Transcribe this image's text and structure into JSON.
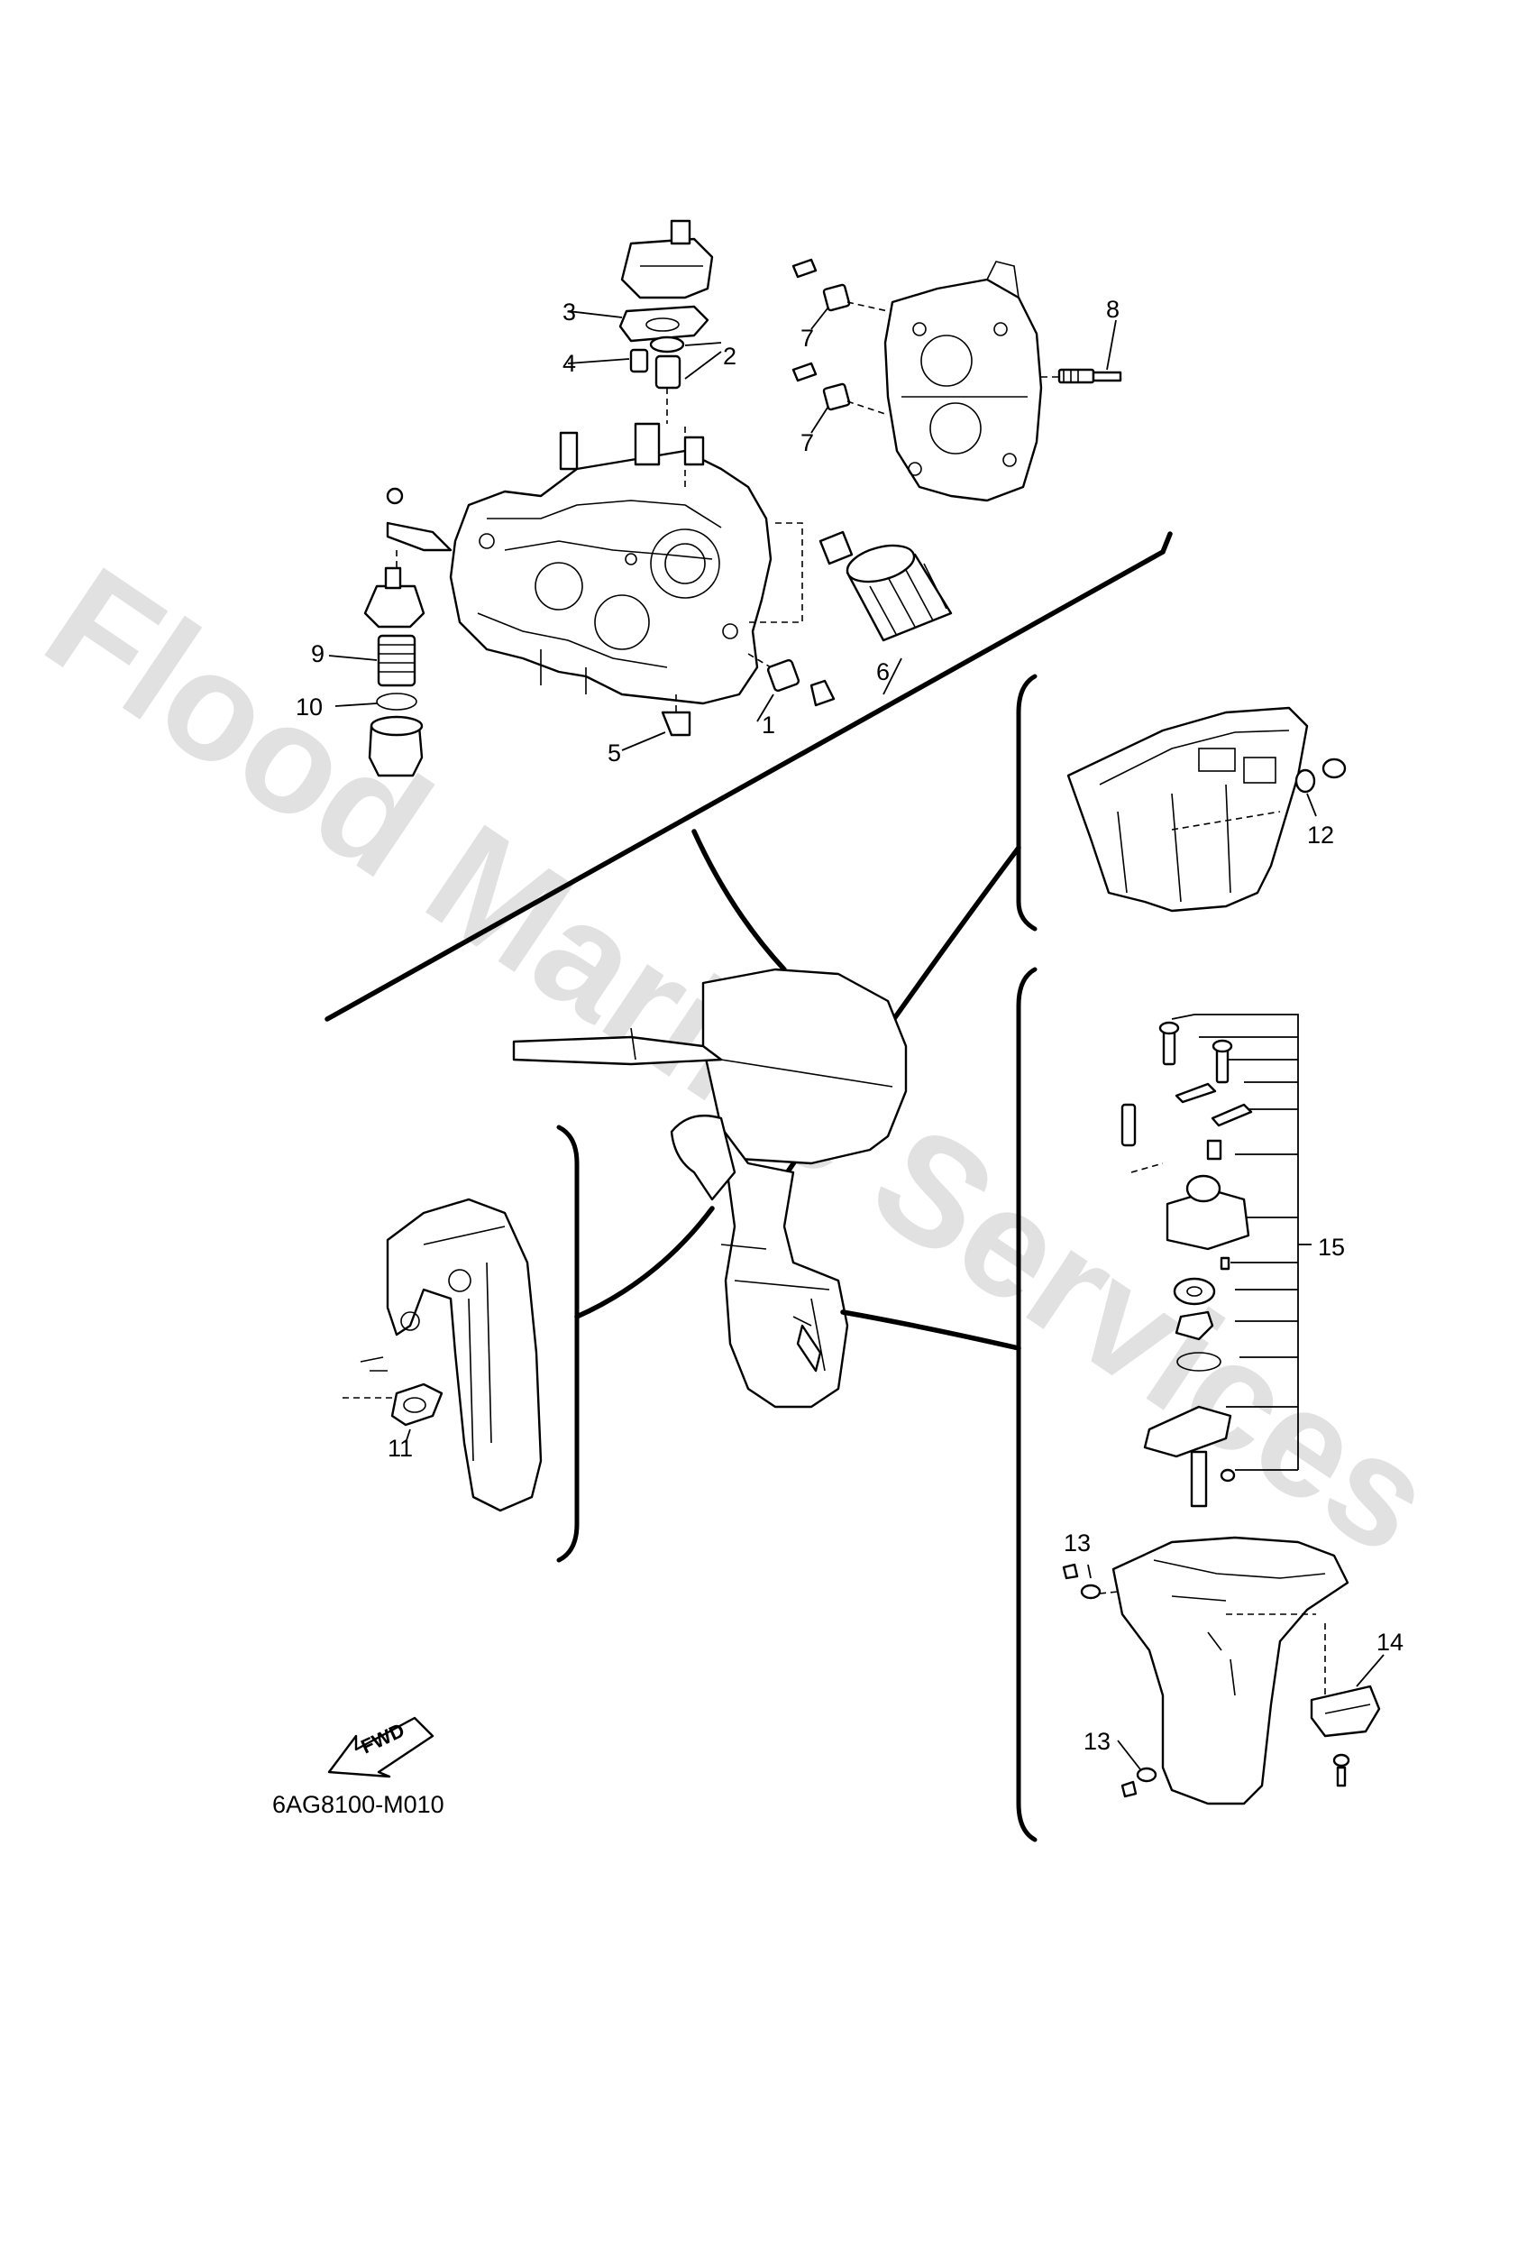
{
  "watermark": "Flood Marine Services",
  "diagram_code": "6AG8100-M010",
  "fwd_label": "FWD",
  "callouts": [
    "1",
    "2",
    "3",
    "4",
    "5",
    "6",
    "7",
    "7",
    "8",
    "9",
    "10",
    "11",
    "12",
    "13",
    "13",
    "14",
    "15"
  ]
}
